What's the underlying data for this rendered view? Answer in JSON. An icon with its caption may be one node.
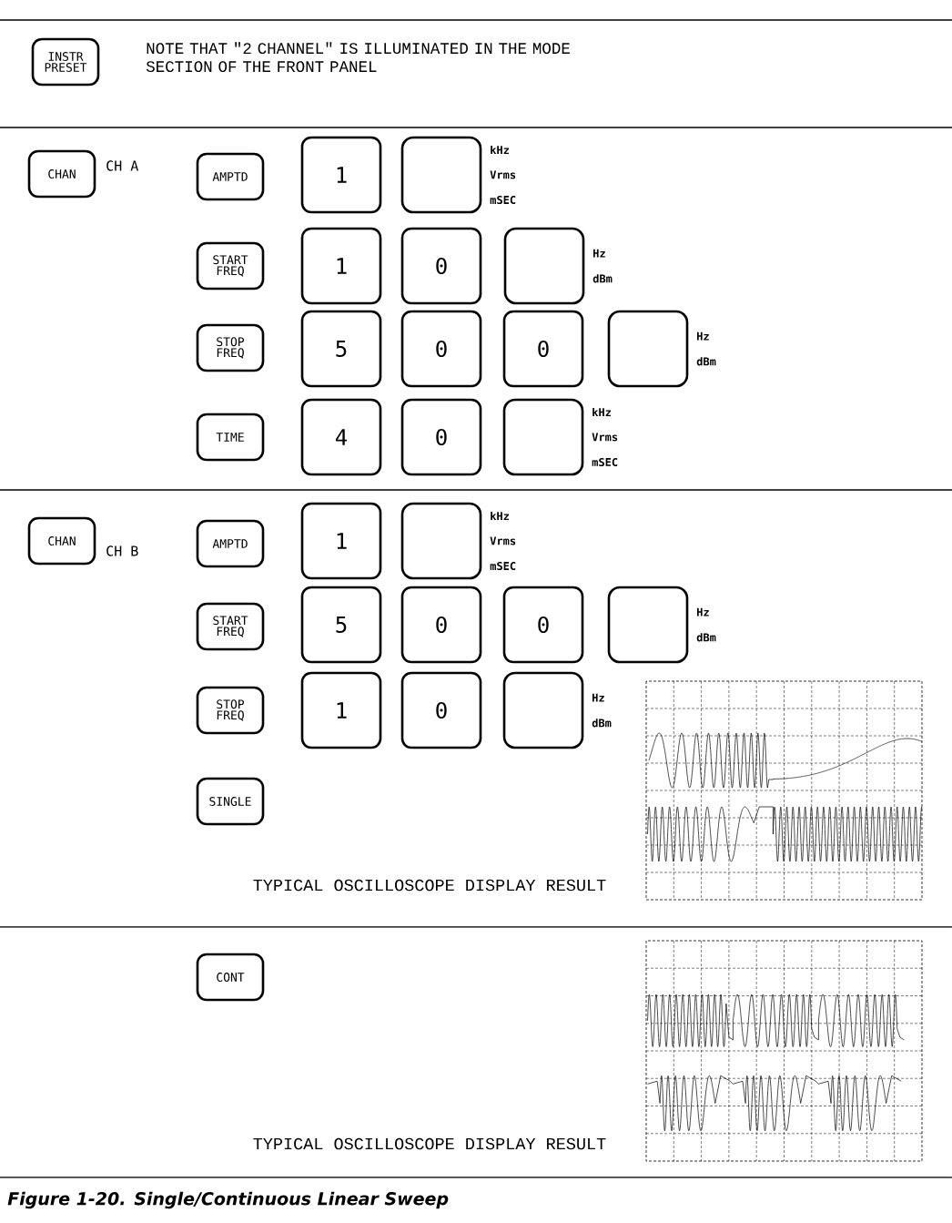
{
  "diagram": {
    "caption": "Figure 1-20. Single/Continuous Linear Sweep",
    "nodes": [
      {
        "text": [
          "INSTR PRESET"
        ]
      },
      {
        "text": [
          "CHAN"
        ],
        "beside": [
          "CH A"
        ]
      },
      {
        "text": [
          "AMPTD"
        ]
      },
      {
        "text": [
          "1"
        ]
      },
      {
        "text": [],
        "shape": "box",
        "beside": [
          "kHz",
          "Vrms",
          "mSEC"
        ]
      },
      {
        "text": [
          "START FREQ"
        ]
      },
      {
        "text": [
          "1"
        ]
      },
      {
        "text": [
          "0"
        ]
      },
      {
        "text": [],
        "shape": "box",
        "beside": [
          "Hz",
          "dBm"
        ]
      },
      {
        "text": [
          "STOP FREQ"
        ]
      },
      {
        "text": [
          "5"
        ]
      },
      {
        "text": [
          "0"
        ]
      },
      {
        "text": [
          "0"
        ]
      },
      {
        "text": [],
        "shape": "box",
        "beside": [
          "Hz",
          "dBm"
        ]
      },
      {
        "text": [
          "TIME"
        ]
      },
      {
        "text": [
          "4"
        ]
      },
      {
        "text": [
          "0"
        ]
      },
      {
        "text": [],
        "shape": "box",
        "beside": [
          "kHz",
          "Vrms",
          "mSEC"
        ]
      },
      {
        "text": [
          "CHAN"
        ],
        "beside": [
          "CH B"
        ]
      },
      {
        "text": [
          "AMPTD"
        ]
      },
      {
        "text": [
          "1"
        ]
      },
      {
        "text": [],
        "shape": "box",
        "beside": [
          "kHz",
          "Vrms",
          "mSEC"
        ]
      },
      {
        "text": [
          "START FREQ"
        ]
      },
      {
        "text": [
          "5"
        ]
      },
      {
        "text": [
          "0"
        ]
      },
      {
        "text": [
          "0"
        ]
      },
      {
        "text": [],
        "shape": "box",
        "beside": [
          "Hz",
          "dBm"
        ]
      },
      {
        "text": [
          "STOP FREQ"
        ]
      },
      {
        "text": [
          "1"
        ]
      },
      {
        "text": [
          "0"
        ]
      },
      {
        "text": [],
        "shape": "box",
        "beside": [
          "Hz",
          "dBm"
        ]
      },
      {
        "text": [
          "SINGLE"
        ]
      },
      {
        "text": [
          "CONT"
        ]
      }
    ],
    "labels": [
      "NOTE THAT \"2 CHANNEL\" IS ILLUMINATED IN THE MODE SECTION OF THE FRONT PANEL",
      "TYPICAL OSCILLOSCOPE DISPLAY RESULT",
      "TYPICAL OSCILLOSCOPE DISPLAY RESULT"
    ]
  }
}
